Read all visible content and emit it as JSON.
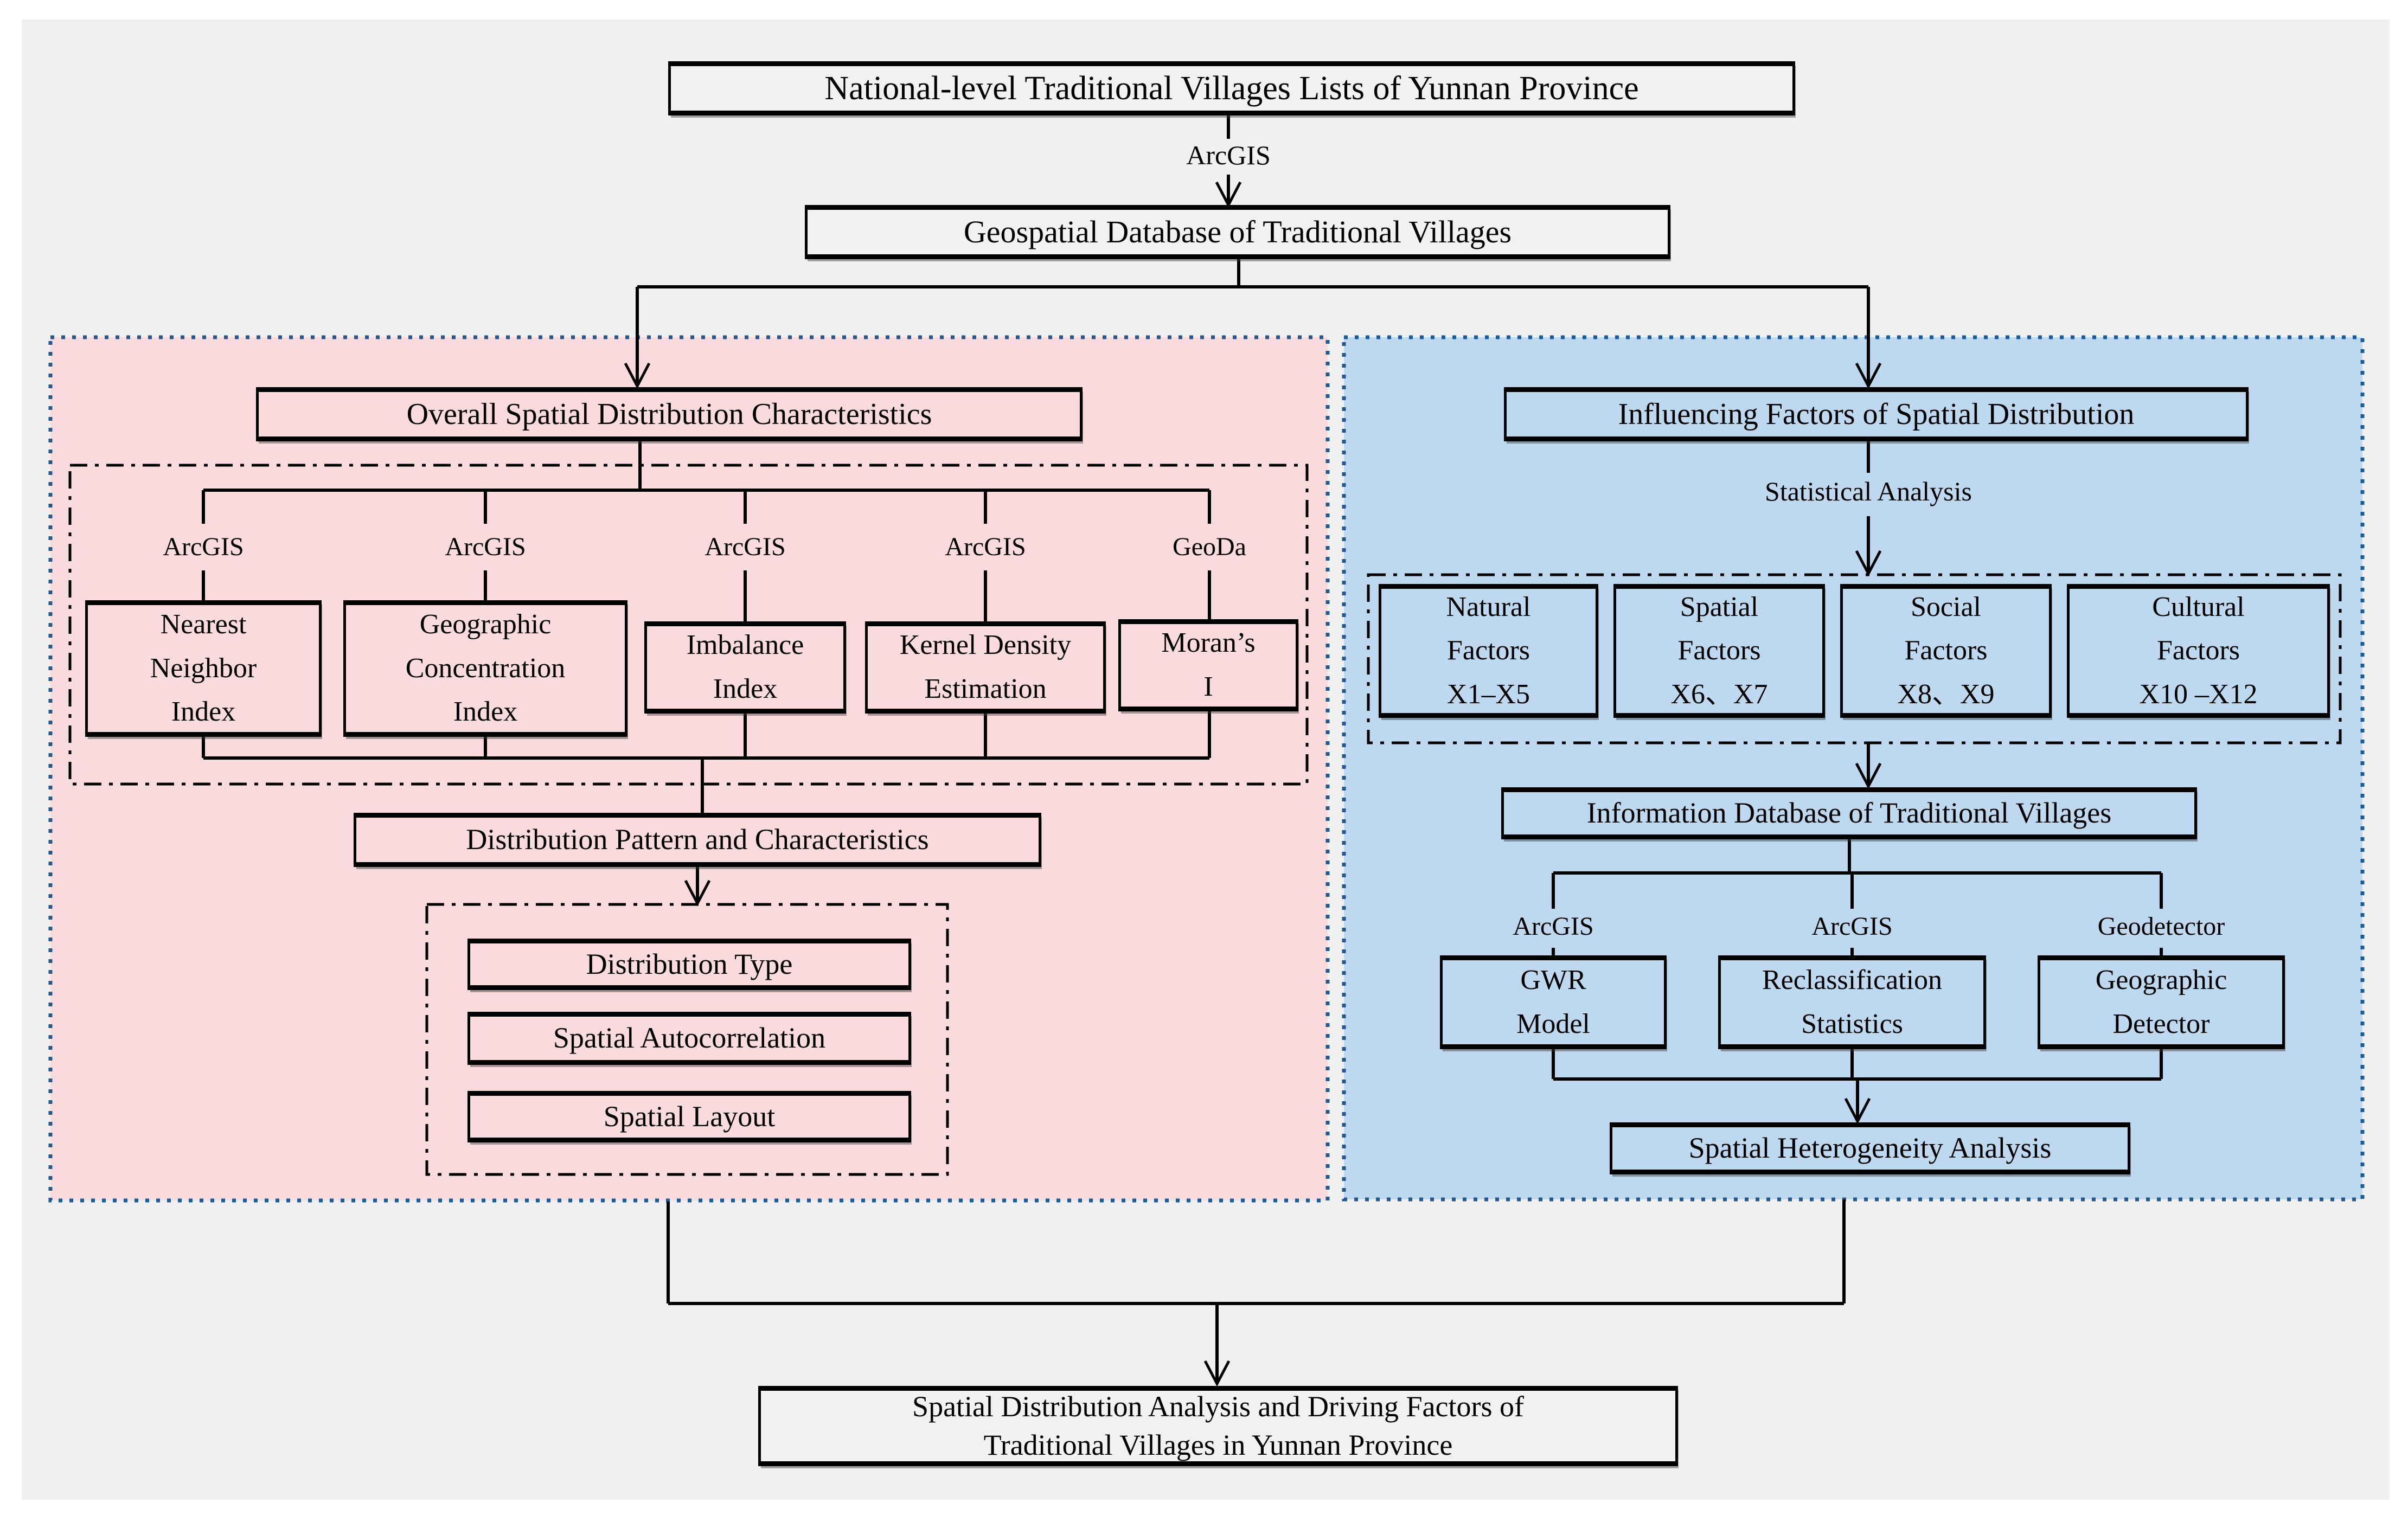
{
  "figure": {
    "type": "methodology-flowchart",
    "colors": {
      "canvas_background": "#f0f0f0",
      "left_panel_fill": "#f9dadd",
      "right_panel_fill": "#bed8ef",
      "panel_border": "#1e5a96",
      "box_border": "#000000",
      "connector": "#000000",
      "neutral_box_fill": "#f1f1f1"
    }
  },
  "top": {
    "source_box": "National-level Traditional Villages Lists of Yunnan Province",
    "tool_label": "ArcGIS",
    "database_box": "Geospatial Database of Traditional Villages"
  },
  "left_panel": {
    "header": "Overall Spatial Distribution Characteristics",
    "tool_labels": [
      "ArcGIS",
      "ArcGIS",
      "ArcGIS",
      "ArcGIS",
      "GeoDa"
    ],
    "method_boxes": [
      "Nearest\nNeighbor\nIndex",
      "Geographic\nConcentration\nIndex",
      "Imbalance\nIndex",
      "Kernel Density\nEstimation",
      "Moran’s\nI"
    ],
    "result_box": "Distribution Pattern and Characteristics",
    "output_boxes": [
      "Distribution Type",
      "Spatial Autocorrelation",
      "Spatial Layout"
    ]
  },
  "right_panel": {
    "header": "Influencing Factors of Spatial Distribution",
    "process_label": "Statistical Analysis",
    "factor_boxes": [
      "Natural\nFactors\nX1–X5",
      "Spatial\nFactors\nX6、X7",
      "Social\nFactors\nX8、X9",
      "Cultural\nFactors\nX10 –X12"
    ],
    "database_box": "Information Database of Traditional Villages",
    "tool_labels": [
      "ArcGIS",
      "ArcGIS",
      "Geodetector"
    ],
    "method_boxes": [
      "GWR\nModel",
      "Reclassification\nStatistics",
      "Geographic\nDetector"
    ],
    "result_box": "Spatial Heterogeneity Analysis"
  },
  "bottom": {
    "conclusion_box": "Spatial Distribution Analysis and Driving Factors of\nTraditional Villages in Yunnan Province"
  }
}
